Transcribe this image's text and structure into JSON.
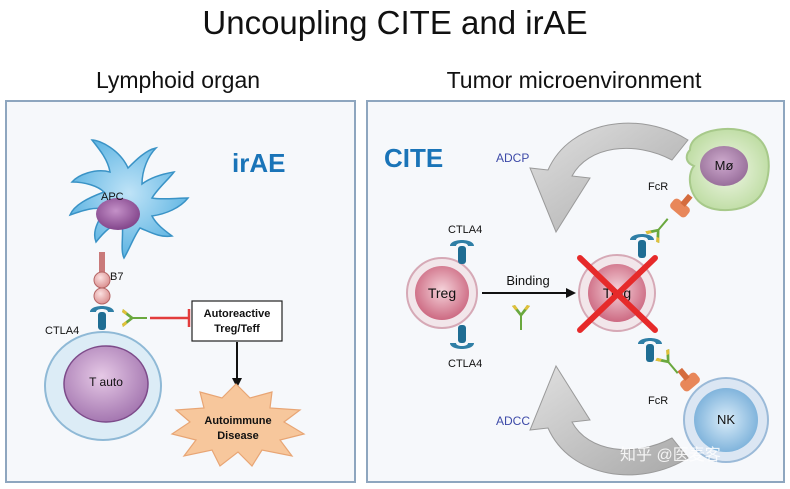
{
  "title": "Uncoupling CITE and irAE",
  "left_panel": {
    "heading": "Lymphoid organ",
    "tag": "irAE",
    "apc_label": "APC",
    "b7_label": "B7",
    "ctla4_label": "CTLA4",
    "tcell_label": "T auto",
    "box_line1": "Autoreactive",
    "box_line2": "Treg/Teff",
    "burst_line1": "Autoimmune",
    "burst_line2": "Disease"
  },
  "right_panel": {
    "heading": "Tumor microenvironment",
    "tag": "CITE",
    "adcp_label": "ADCP",
    "adcc_label": "ADCC",
    "treg_label": "Treg",
    "target_treg_label": "Treg",
    "binding_label": "Binding",
    "ctla4_top_label": "CTLA4",
    "ctla4_bottom_label": "CTLA4",
    "fcr_top_label": "FcR",
    "fcr_bottom_label": "FcR",
    "macrophage_label": "Mø",
    "nk_label": "NK"
  },
  "watermark": "知乎 @医麦客",
  "colors": {
    "panel_border": "#8ea6bf",
    "panel_bg": "#f6f8fb",
    "tag_blue": "#1a74b8",
    "adc_blue": "#3d4aa8",
    "inhibit_red": "#e23c3c",
    "cross_red": "#e62a2a",
    "antibody_green": "#6aa83e",
    "fcr_orange": "#e8875a",
    "burst_fill": "#f7c79c"
  }
}
